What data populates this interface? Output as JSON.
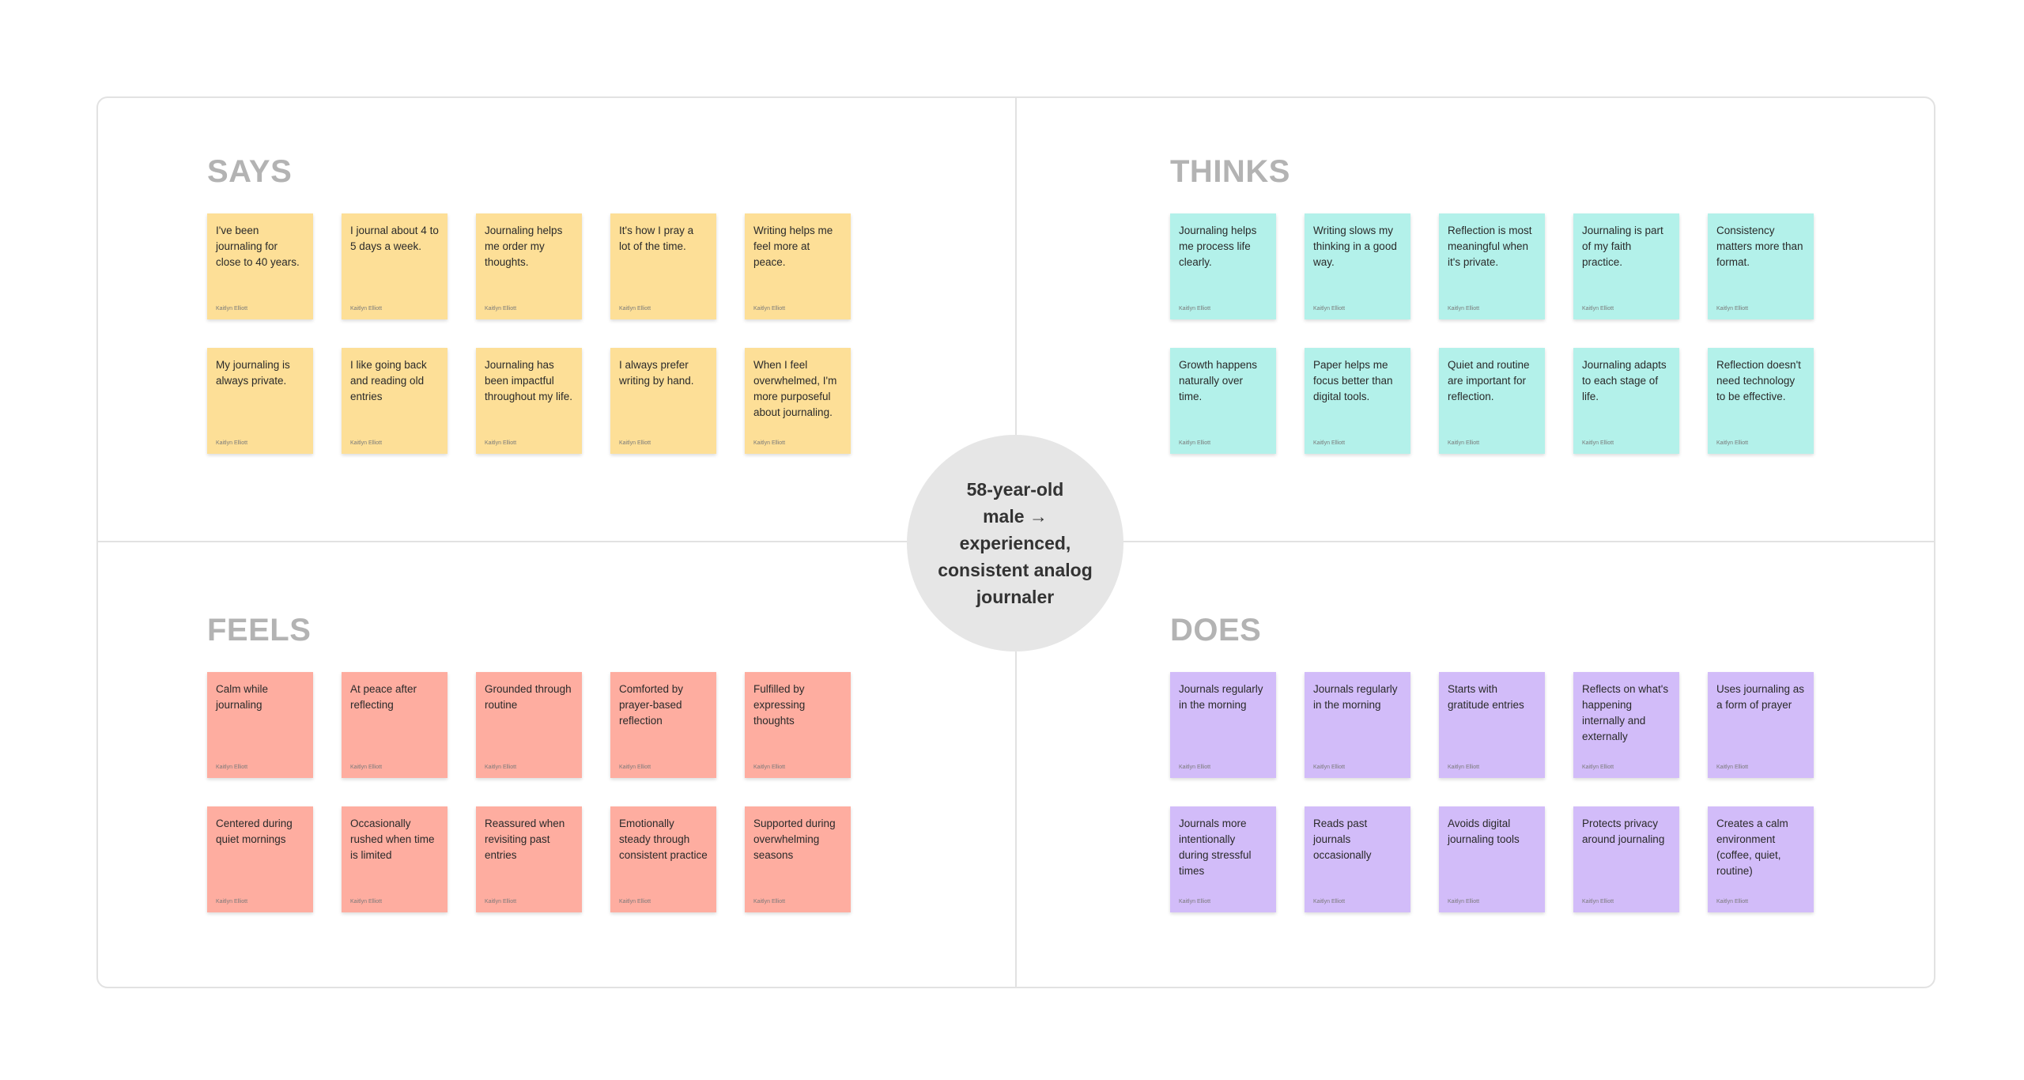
{
  "center": {
    "line1": "58-year-old",
    "line2": "male →",
    "line3": "experienced,",
    "line4": "consistent analog",
    "line5": "journaler"
  },
  "author": "Kaitlyn Elliott",
  "colors": {
    "says": "#fddf97",
    "thinks": "#b3f1ea",
    "feels": "#feada0",
    "does": "#d2bcf9",
    "title": "#b3b3b3",
    "border": "#e2e2e2",
    "center_circle": "#e6e6e6"
  },
  "says": {
    "title": "SAYS",
    "notes": [
      "I've been journaling for close to 40 years.",
      "I journal about 4 to 5 days a week.",
      "Journaling helps me order my thoughts.",
      "It's how I pray a lot of the time.",
      "Writing helps me feel more at peace.",
      "My journaling is always private.",
      "I like going back and reading old entries",
      "Journaling has been impactful throughout my life.",
      "I always prefer writing by hand.",
      "When I feel overwhelmed, I'm more purposeful about journaling."
    ]
  },
  "thinks": {
    "title": "THINKS",
    "notes": [
      "Journaling helps me process life clearly.",
      "Writing slows my thinking in a good way.",
      "Reflection is most meaningful when it's private.",
      "Journaling is part of my faith practice.",
      "Consistency matters more than format.",
      "Growth happens naturally over time.",
      "Paper helps me focus better than digital tools.",
      "Quiet and routine are important for reflection.",
      "Journaling adapts to each stage of life.",
      "Reflection doesn't need technology to be effective."
    ]
  },
  "feels": {
    "title": "FEELS",
    "notes": [
      "Calm while journaling",
      "At peace after reflecting",
      "Grounded through routine",
      "Comforted by prayer-based reflection",
      "Fulfilled by expressing thoughts",
      "Centered during quiet mornings",
      "Occasionally rushed when time is limited",
      "Reassured when revisiting past entries",
      "Emotionally steady through consistent practice",
      "Supported during overwhelming seasons"
    ]
  },
  "does": {
    "title": "DOES",
    "notes": [
      "Journals regularly in the morning",
      "Journals regularly in the morning",
      "Starts with gratitude entries",
      "Reflects on what's happening internally and externally",
      "Uses journaling as a form of prayer",
      "Journals more intentionally during stressful times",
      "Reads past journals occasionally",
      "Avoids digital journaling tools",
      "Protects privacy around journaling",
      "Creates a calm environment (coffee, quiet, routine)"
    ]
  }
}
